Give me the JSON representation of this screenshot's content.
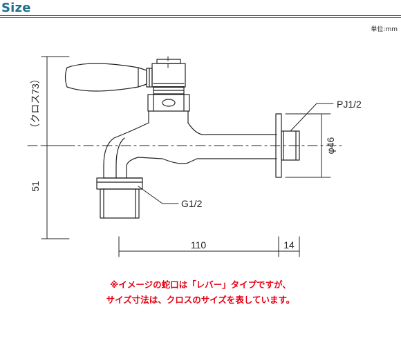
{
  "header": {
    "title": "Size",
    "unit_note": "単位:mm"
  },
  "dimensions": {
    "cross_note": "（クロス73）",
    "height_51": "51",
    "width_110": "110",
    "width_14": "14",
    "thread_pj": "PJ1/2",
    "thread_g": "G1/2",
    "diameter": "φ46"
  },
  "colors": {
    "title": "#1d6f8c",
    "notice": "#e60012",
    "line": "#222222"
  },
  "notice": {
    "line1": "※イメージの蛇口は「レバー」タイプですが、",
    "line2": "サイズ寸法は、クロスのサイズを表しています。"
  }
}
